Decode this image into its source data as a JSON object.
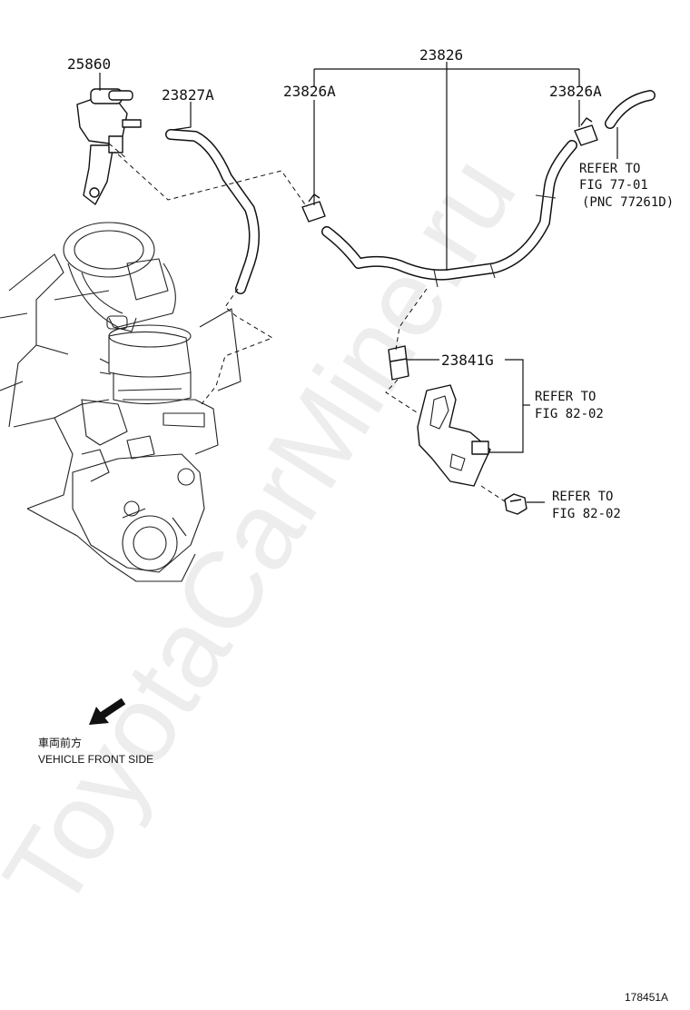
{
  "parts": {
    "vsv": "25860",
    "hose_a": "23827A",
    "hose_main": "23826",
    "clamp_left": "23826A",
    "clamp_right": "23826A",
    "clip": "23841G"
  },
  "references": {
    "fig_77_line1": "REFER TO",
    "fig_77_line2": "FIG 77-01",
    "fig_77_line3": "(PNC 77261D)",
    "bracket_line1": "REFER TO",
    "bracket_line2": "FIG 82-02",
    "bolt_line1": "REFER TO",
    "bolt_line2": "FIG 82-02"
  },
  "orientation": {
    "label_jp": "車両前方",
    "label_en": "VEHICLE FRONT SIDE",
    "arrow_icon": "arrow-down-left-icon"
  },
  "watermark": "ToyotaCarMine.ru",
  "diagram_code": "178451A"
}
